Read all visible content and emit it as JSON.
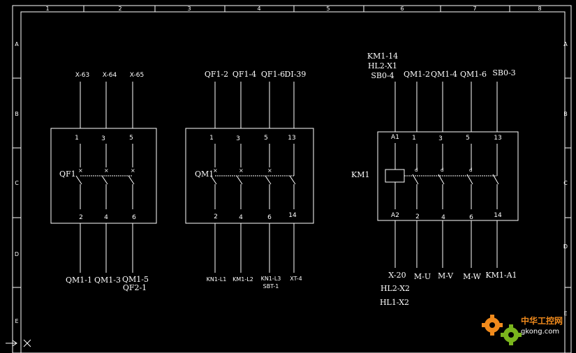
{
  "frame": {
    "col_numbers": [
      "1",
      "2",
      "3",
      "4",
      "5",
      "6",
      "7",
      "8"
    ],
    "row_letters": [
      "A",
      "B",
      "C",
      "D",
      "E"
    ]
  },
  "breaker_qf1": {
    "top_labels": [
      "X-63",
      "X-64",
      "X-65"
    ],
    "pin_top": [
      "1",
      "3",
      "5"
    ],
    "pin_bottom": [
      "2",
      "4",
      "6"
    ],
    "device_label": "QF1",
    "bottom_labels": [
      "QM1-1",
      "QM1-3",
      "QM1-5"
    ],
    "bottom_label_extra": "QF2-1"
  },
  "breaker_qm1": {
    "top_labels": [
      "QF1-2",
      "QF1-4",
      "QF1-6",
      "DI-39"
    ],
    "pin_top": [
      "1",
      "3",
      "5",
      "13"
    ],
    "pin_bottom": [
      "2",
      "4",
      "6",
      "14"
    ],
    "device_label": "QM1",
    "bottom_labels": [
      "KN1-L1",
      "KM1-L2",
      "KN1-L3",
      "XT-4"
    ],
    "bottom_label_extra": "SBT-1"
  },
  "contactor_km1": {
    "top_labels_stack": [
      "KM1-14",
      "HL2-X1",
      "SB0-4"
    ],
    "top_labels": [
      "QM1-2",
      "QM1-4",
      "QM1-6",
      "SB0-3"
    ],
    "pin_top": [
      "A1",
      "1",
      "3",
      "5",
      "13"
    ],
    "pin_bottom": [
      "A2",
      "2",
      "4",
      "6",
      "14"
    ],
    "device_label": "KM1",
    "bottom_labels": [
      "X-20",
      "M-U",
      "M-V",
      "M-W",
      "KM1-A1"
    ],
    "bottom_labels_stack": [
      "HL2-X2",
      "HL1-X2"
    ]
  },
  "watermark": {
    "text_cn": "中华工控网",
    "text_url": "gkong.com"
  },
  "colors": {
    "background": "#000000",
    "lines": "#ffffff",
    "watermark_orange": "#f08a1c",
    "watermark_green": "#7ab51d"
  }
}
